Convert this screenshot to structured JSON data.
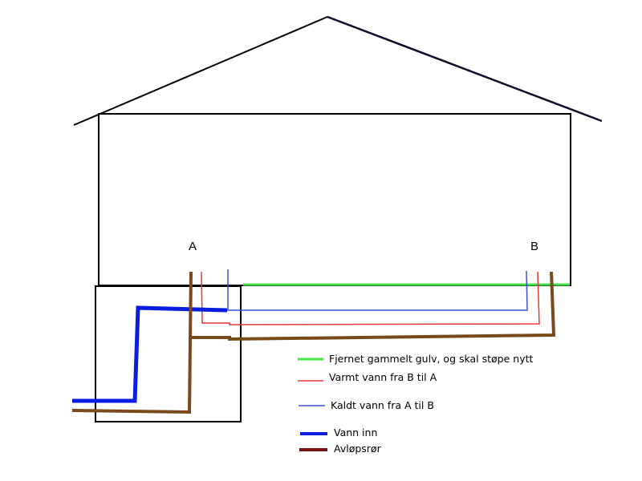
{
  "diagram": {
    "nodes": [
      {
        "id": "A",
        "label": "A"
      },
      {
        "id": "B",
        "label": "B"
      }
    ],
    "colors": {
      "outline": "#000000",
      "roof": "#0d0d2a",
      "new_floor": "#44e044",
      "hot_water": "#e8343c",
      "cold_water": "#3a4fd6",
      "water_in": "#0a1ee0",
      "drain": "#7a4a1c",
      "drain_legend": "#7a1010"
    },
    "legend": [
      {
        "key": "new_floor",
        "label": "Fjernet gammelt gulv, og skal støpe nytt",
        "color": "#44e044"
      },
      {
        "key": "hot_water",
        "label": "Varmt vann fra B til A",
        "color": "#e8343c"
      },
      {
        "key": "cold_water",
        "label": "Kaldt vann fra A til B",
        "color": "#3a4fd6"
      },
      {
        "key": "water_in",
        "label": "Vann inn",
        "color": "#0a1ee0"
      },
      {
        "key": "drain",
        "label": "Avløpsrør",
        "color": "#7a1010"
      }
    ]
  }
}
